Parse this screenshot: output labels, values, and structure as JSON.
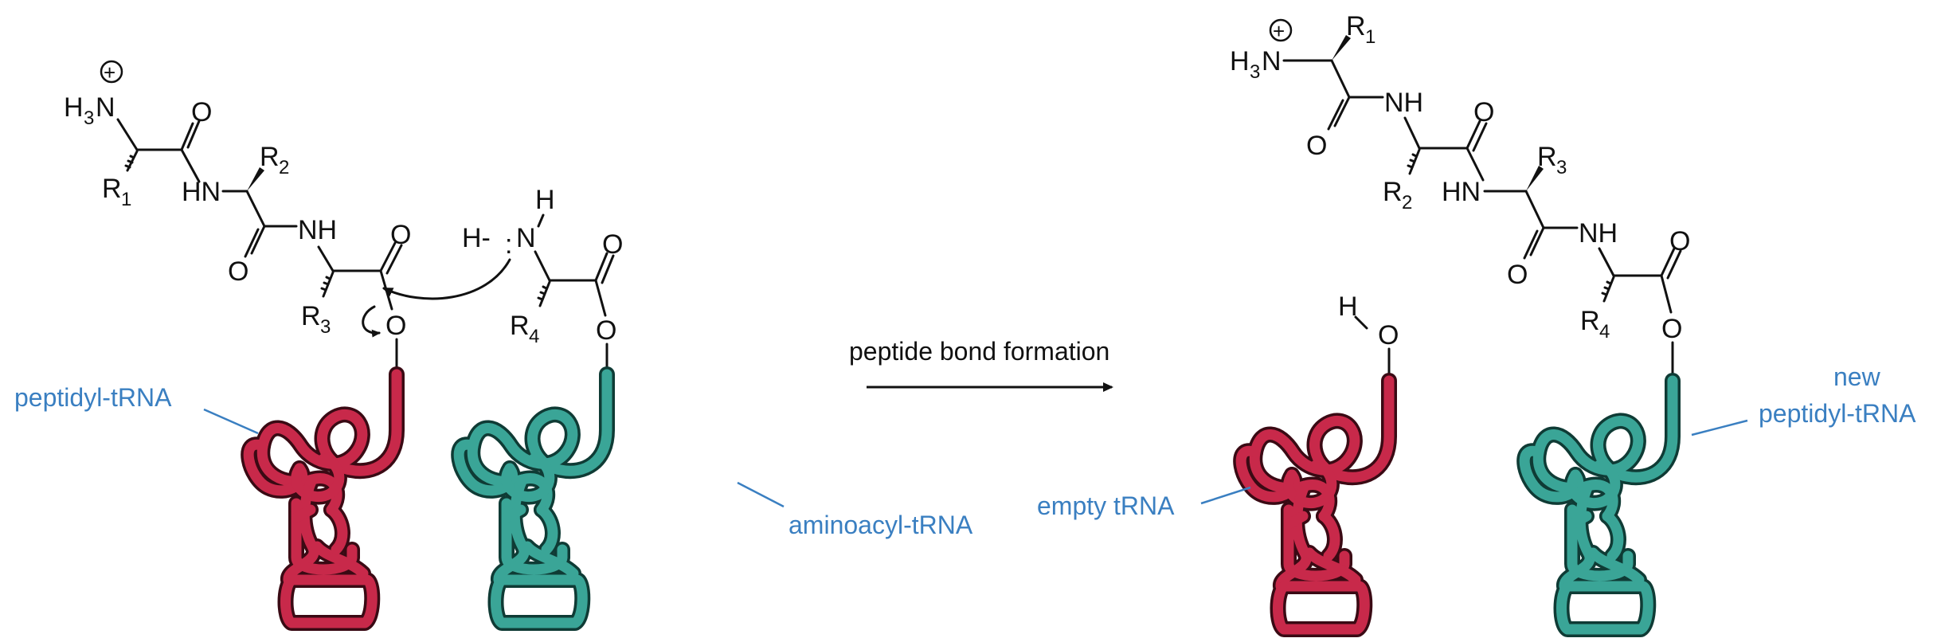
{
  "colors": {
    "bond": "#111111",
    "label_blue": "#3a7fc1",
    "trna_red_fill": "#c8294a",
    "trna_red_edge": "#3a0a14",
    "trna_teal_fill": "#3aa597",
    "trna_teal_edge": "#0f3b35"
  },
  "reaction": {
    "arrow_label": "peptide bond formation"
  },
  "labels": {
    "peptidyl_trna": "peptidyl-tRNA",
    "aminoacyl_trna": "aminoacyl-tRNA",
    "empty_trna": "empty tRNA",
    "new_peptidyl_line1": "new",
    "new_peptidyl_line2": "peptidyl-tRNA"
  },
  "atoms": {
    "H": "H",
    "N": "N",
    "O": "O",
    "R": "R",
    "NH": "NH",
    "HN": "HN",
    "plus": "+",
    "lone_pair": ":",
    "h_dash": "H-"
  },
  "subscripts": {
    "three": "3",
    "one": "1",
    "two": "2",
    "four": "4"
  }
}
